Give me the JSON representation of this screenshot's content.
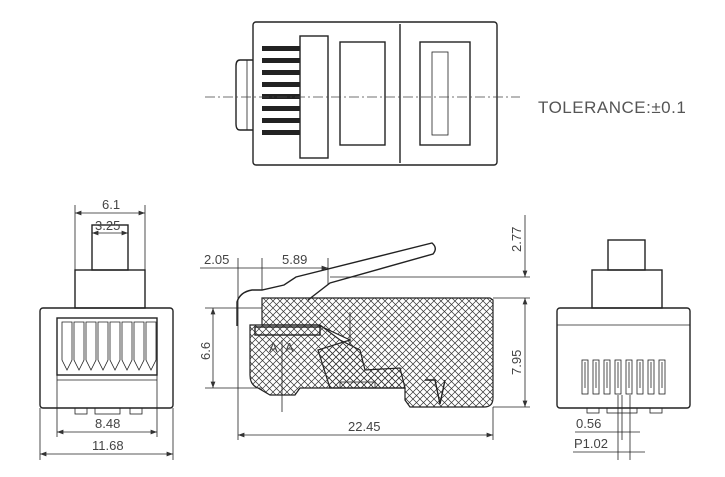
{
  "title_note": "TOLERANCE:±0.1",
  "views": {
    "front": {
      "dims": {
        "top_width": "6.1",
        "tab_width": "3.25",
        "inner_width": "8.48",
        "overall_width": "11.68"
      }
    },
    "side": {
      "dims": {
        "latch_offset": "2.05",
        "latch_length": "5.89",
        "height": "6.6",
        "latch_rise": "2.77",
        "body_height": "7.95",
        "length": "22.45"
      },
      "marks": [
        "A",
        "A"
      ]
    },
    "rear": {
      "dims": {
        "contact_width": "0.56",
        "pitch": "P1.02"
      }
    }
  }
}
